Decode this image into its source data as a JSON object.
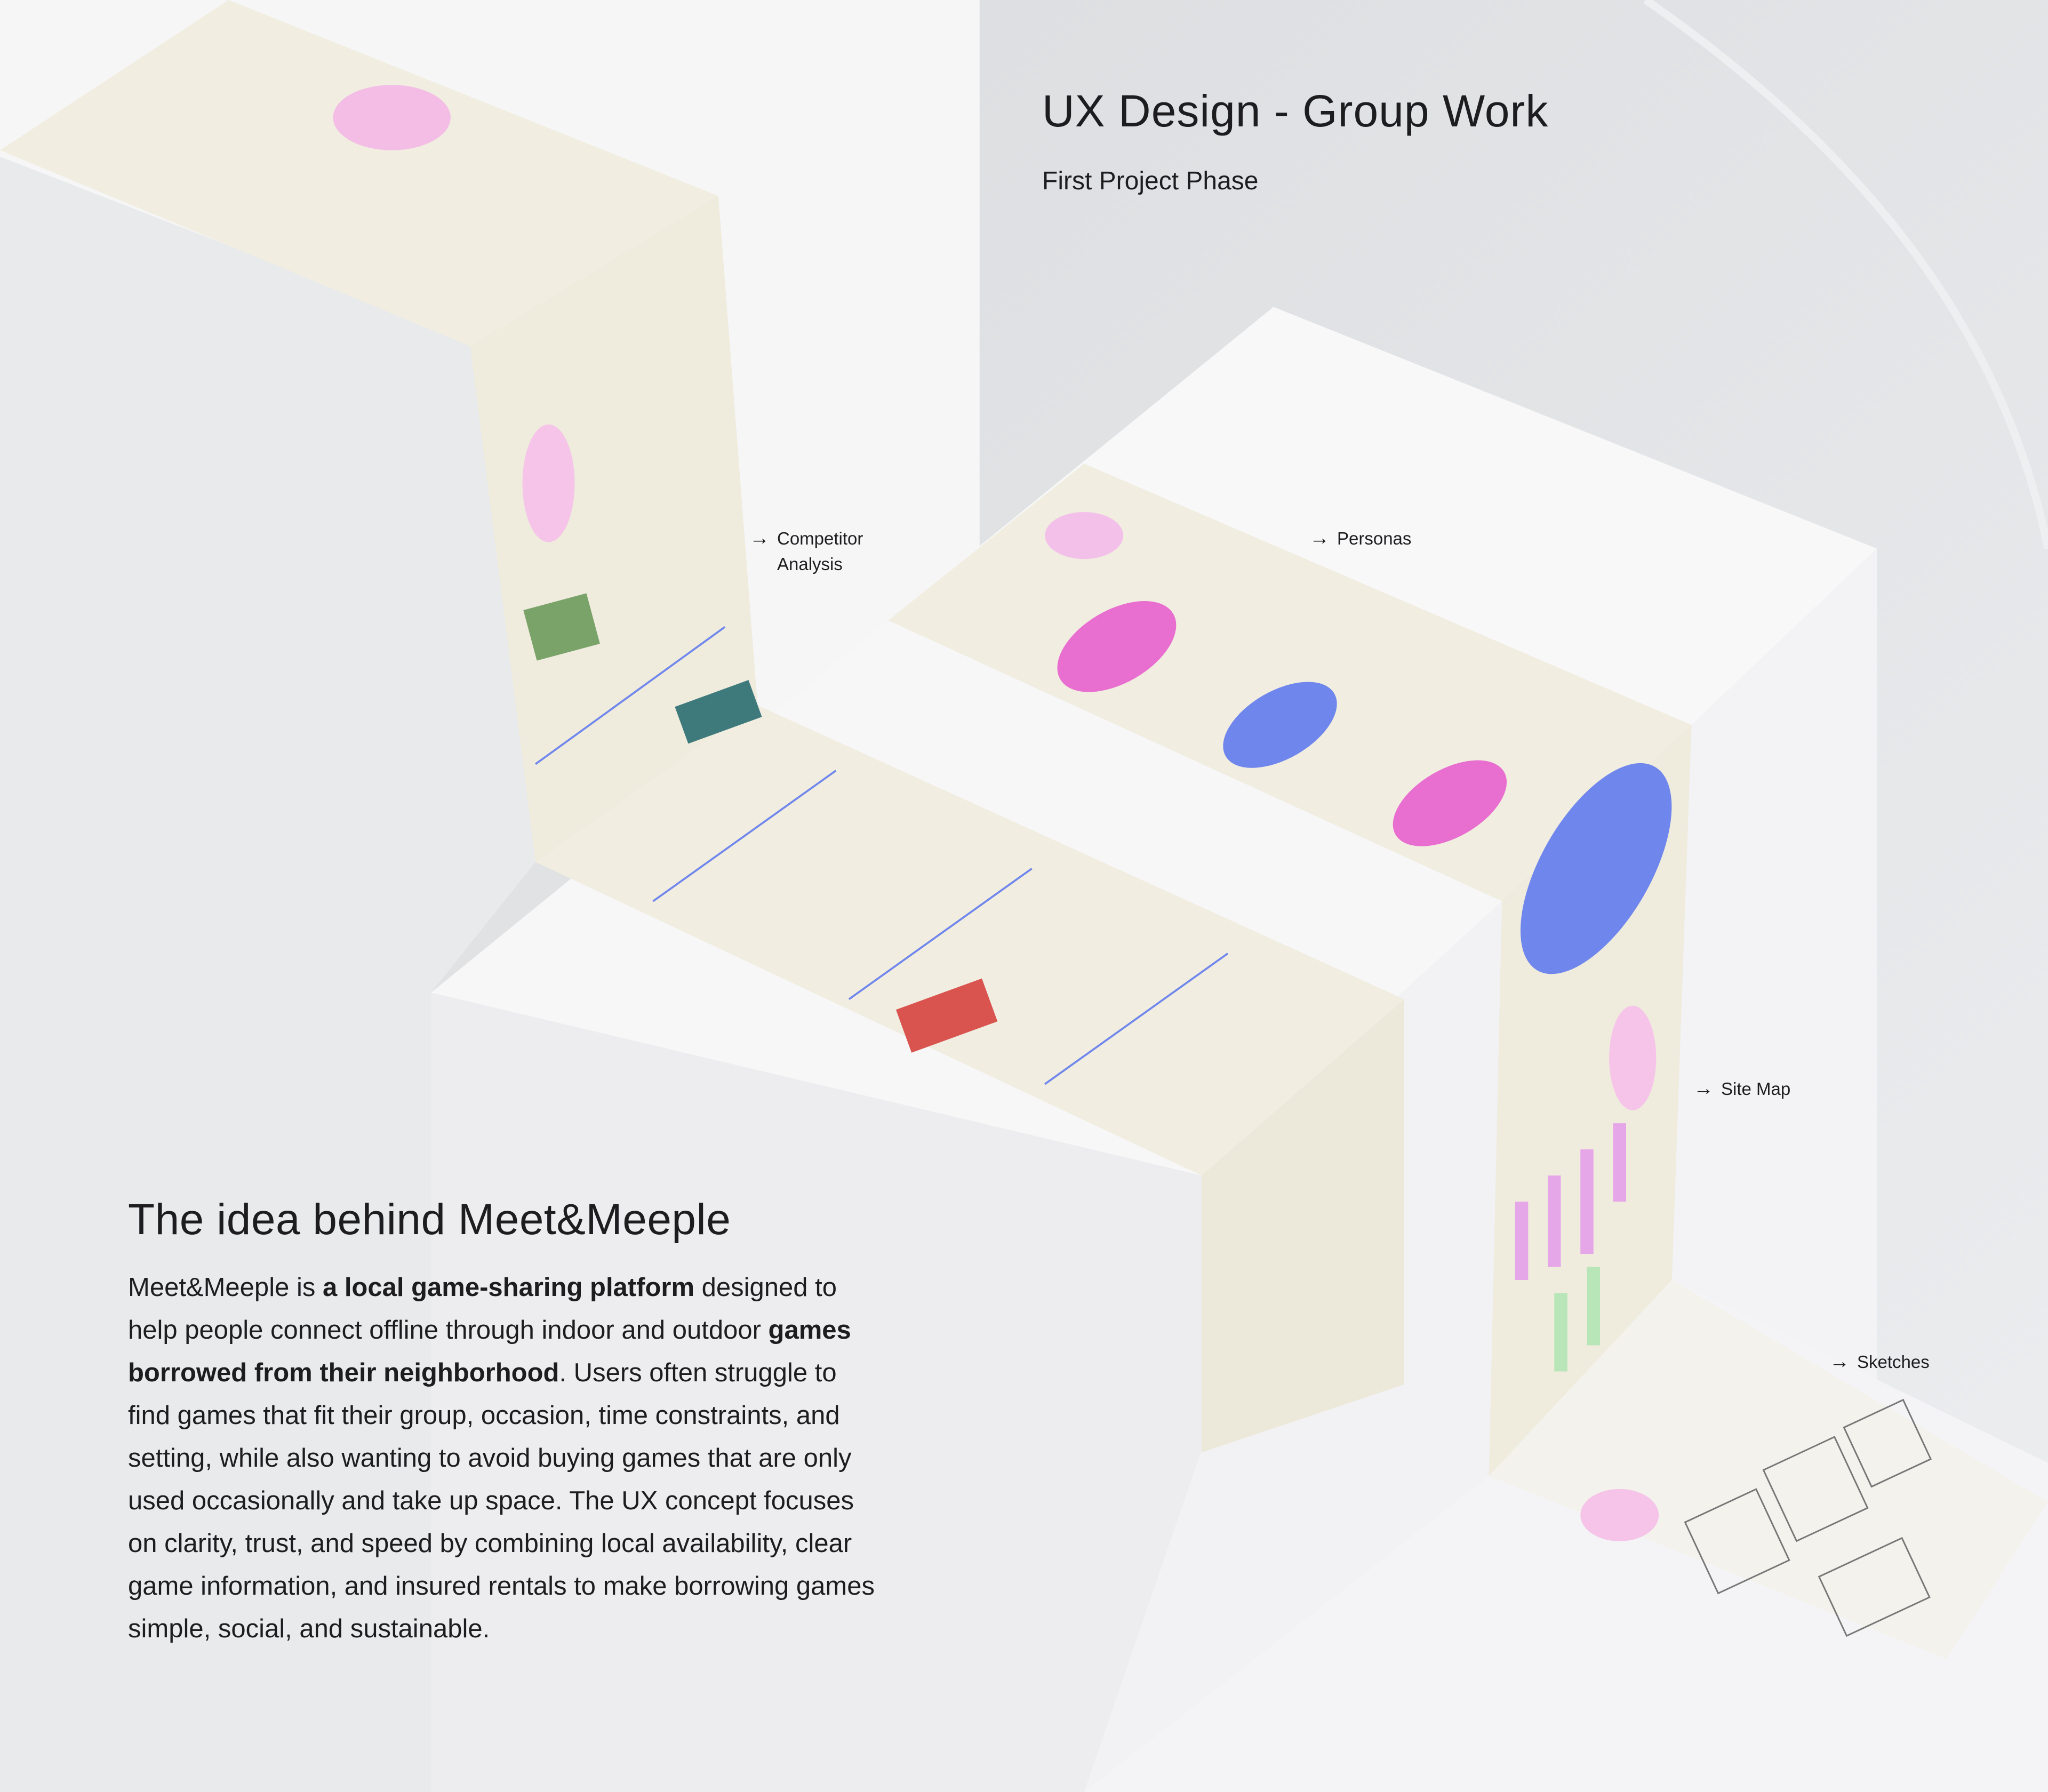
{
  "header": {
    "title": "UX Design - Group Work",
    "subtitle": "First Project Phase"
  },
  "callouts": [
    {
      "icon": "arrow-right-icon",
      "line1": "Competitor",
      "line2": "Analysis"
    },
    {
      "icon": "arrow-right-icon",
      "line1": "Personas"
    },
    {
      "icon": "arrow-right-icon",
      "line1": "Site Map"
    },
    {
      "icon": "arrow-right-icon",
      "line1": "Sketches"
    }
  ],
  "idea": {
    "heading": "The idea behind Meet&Meeple",
    "p_1": "Meet&Meeple is ",
    "p_bold_1": "a local game-sharing platform",
    "p_2": " designed to help people connect offline through indoor and outdoor ",
    "p_bold_2": "games borrowed from their neighborhood",
    "p_3": ". Users often struggle to find games that fit their group, occasion, time constraints, and setting, while also wanting to avoid buying games that are only used occasionally and take up space. The UX concept focuses on clarity, trust, and speed by combining local availability, clear game information, and insured rentals to make borrowing games simple, social, and sustainable."
  },
  "colors": {
    "background": "#e3e4e7",
    "paper": "#f1ede0",
    "accent_pink": "#f3a6df",
    "accent_blue": "#6f86ec",
    "text": "#1d1d20"
  }
}
